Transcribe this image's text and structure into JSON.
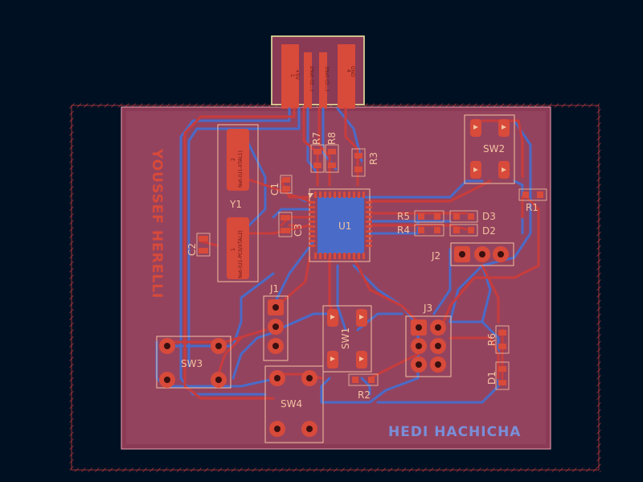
{
  "colors": {
    "background": "#001023",
    "board": "#8a3a55",
    "fill_zone": "#9c4a66",
    "copper_front": "#c83c3c",
    "copper_back": "#4a6bc8",
    "pad": "#d84a3a",
    "silkscreen": "#f2c2a0",
    "connector_outline": "#e8e4a0"
  },
  "usb_connector": {
    "pins": [
      {
        "number": "1",
        "net": "+5V"
      },
      {
        "number": "2",
        "net": "Net-(D...)"
      },
      {
        "number": "3",
        "net": "Net-(D...)"
      },
      {
        "number": "4",
        "net": "GND"
      }
    ]
  },
  "components": {
    "U1": "U1",
    "Y1": "Y1",
    "C1": "C1",
    "C2": "C2",
    "C3": "C3",
    "R1": "R1",
    "R2": "R2",
    "R3": "R3",
    "R4": "R4",
    "R5": "R5",
    "R6": "R6",
    "R7": "R7",
    "R8": "R8",
    "D1": "D1",
    "D2": "D2",
    "D3": "D3",
    "J1": "J1",
    "J2": "J2",
    "J3": "J3",
    "SW1": "SW1",
    "SW2": "SW2",
    "SW3": "SW3",
    "SW4": "SW4"
  },
  "crystal_pads": {
    "pad2_number": "2",
    "pad2_net": "Net-(U1-XTAL1)",
    "pad1_number": "1",
    "pad1_net": "Net-(U1-PC0/XTAL2)"
  },
  "silkscreen_text": {
    "vertical_name": "YOUSSEF HERELLI",
    "bottom_name": "HEDI HACHICHA"
  }
}
